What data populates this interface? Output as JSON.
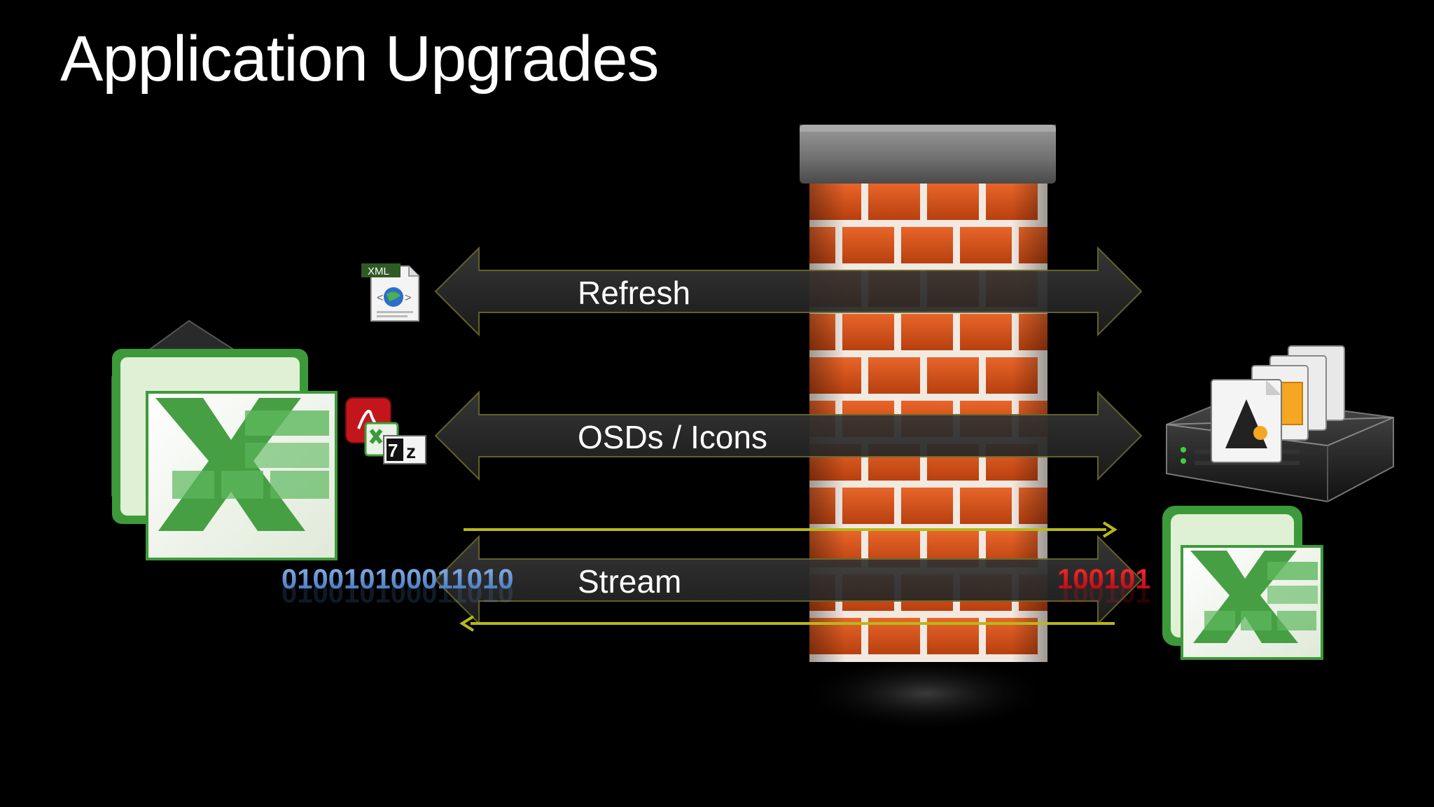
{
  "slide": {
    "title": "Application Upgrades"
  },
  "flows": [
    {
      "label": "Refresh",
      "icon": "xml-file-icon"
    },
    {
      "label": "OSDs / Icons",
      "icon": "file-bundle-icon"
    },
    {
      "label": "Stream",
      "icon": "binary-stream"
    }
  ],
  "stream": {
    "client_bits": "010010100011010",
    "server_bits": "100101",
    "client_bits_color": "#5b8fd4",
    "server_bits_color": "#e0141e",
    "channel_arrow_color": "#b8b81a"
  },
  "icons": {
    "xml_badge": "XML",
    "sevenzip_badge": "7z",
    "client": "excel-client-icon",
    "server": "server-icon",
    "server_app": "excel-server-icon",
    "barrier": "firewall-brick-wall"
  },
  "colors": {
    "background": "#000000",
    "brick": "#d4521c",
    "mortar": "#f2e9e1",
    "excel_green": "#3d9a3a",
    "arrow_body": "#2b2b2b"
  }
}
